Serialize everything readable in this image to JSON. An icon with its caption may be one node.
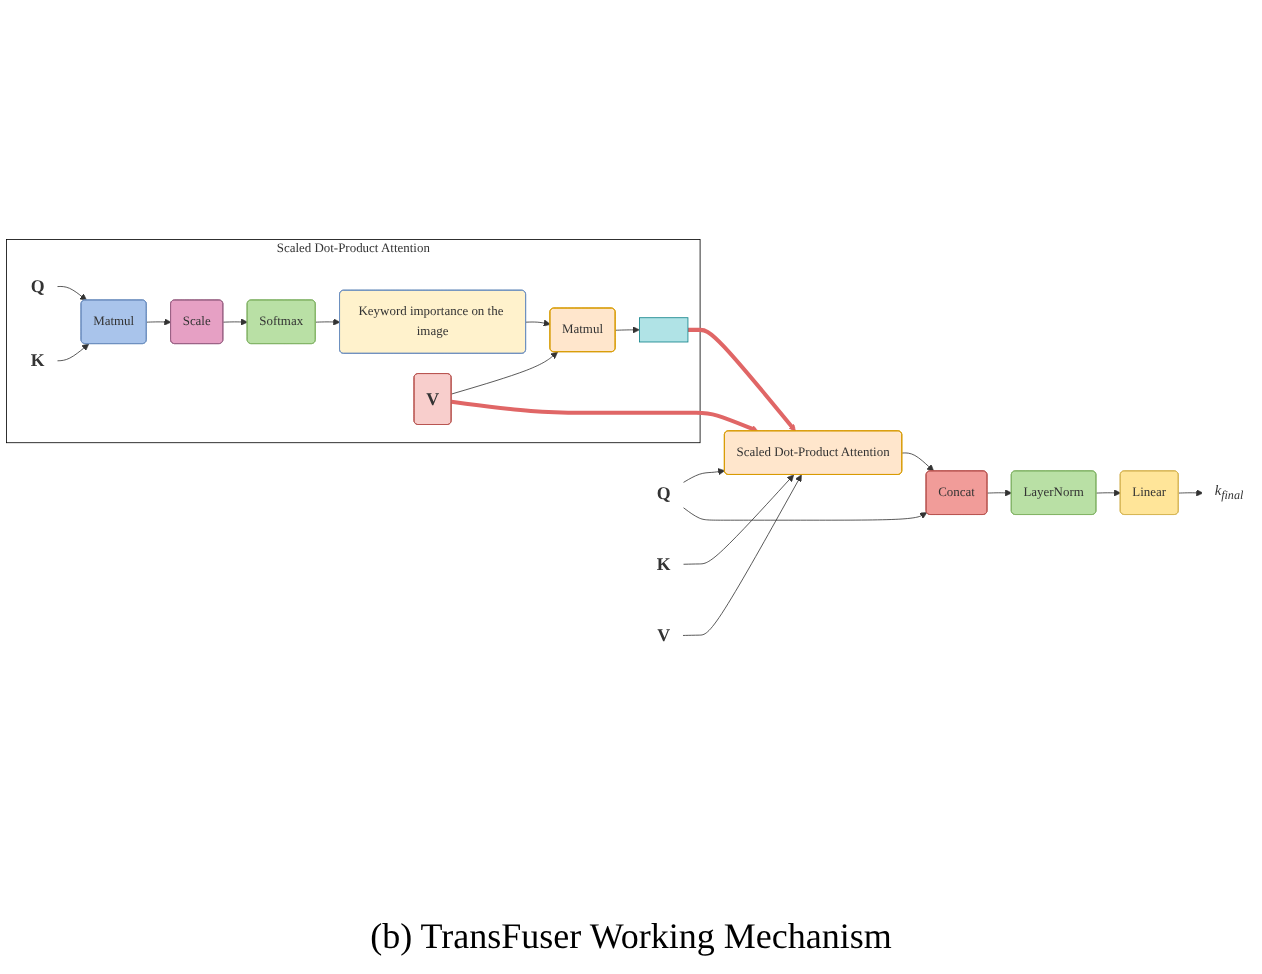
{
  "diagram": {
    "caption": "(b) TransFuser Working Mechanism",
    "nodes": [
      {
        "text": [
          "Scaled Dot-Product Attention"
        ]
      },
      {
        "text": [],
        "shape": "bar",
        "in": 0
      },
      {
        "text": [
          "Keyword importance on the image"
        ],
        "in": 0
      },
      {
        "text": [
          "Matmul"
        ],
        "in": 0
      },
      {
        "text": [
          "Softmax"
        ],
        "in": 0
      },
      {
        "text": [
          "Scale"
        ],
        "in": 0
      },
      {
        "text": [
          "Matmul"
        ],
        "in": 0
      },
      {
        "text": [
          "Q"
        ],
        "in": 0
      },
      {
        "text": [
          "K"
        ],
        "in": 0
      },
      {
        "text": [
          "V"
        ],
        "in": 0
      },
      {
        "text": [
          "k$_{final}$"
        ]
      },
      {
        "text": [
          "Linear"
        ]
      },
      {
        "text": [
          "LayerNorm"
        ]
      },
      {
        "text": [
          "Concat"
        ]
      },
      {
        "text": [
          "Scaled Dot-Product Attention"
        ]
      },
      {
        "text": [
          "Q"
        ]
      },
      {
        "text": [
          "K"
        ]
      },
      {
        "text": [
          "V"
        ]
      }
    ],
    "edges": [
      {
        "from": 7,
        "to": 6,
        "arrow": "to"
      },
      {
        "from": 8,
        "to": 6,
        "arrow": "to"
      },
      {
        "from": 6,
        "to": 5,
        "arrow": "to"
      },
      {
        "from": 5,
        "to": 4,
        "arrow": "to"
      },
      {
        "from": 4,
        "to": 2,
        "arrow": "to"
      },
      {
        "from": 2,
        "to": 3,
        "arrow": "to"
      },
      {
        "from": 9,
        "to": 3,
        "arrow": "to"
      },
      {
        "from": 3,
        "to": 1,
        "arrow": "to"
      },
      {
        "from": 1,
        "to": 14,
        "arrow": "to",
        "style": "thick",
        "color": "#e06666"
      },
      {
        "from": 9,
        "to": 14,
        "arrow": "to",
        "style": "thick",
        "color": "#e06666"
      },
      {
        "from": 15,
        "to": 14,
        "arrow": "to"
      },
      {
        "from": 16,
        "to": 14,
        "arrow": "to"
      },
      {
        "from": 17,
        "to": 14,
        "arrow": "to"
      },
      {
        "from": 15,
        "to": 13,
        "arrow": "to"
      },
      {
        "from": 14,
        "to": 13,
        "arrow": "to"
      },
      {
        "from": 13,
        "to": 12,
        "arrow": "to"
      },
      {
        "from": 12,
        "to": 11,
        "arrow": "to"
      },
      {
        "from": 11,
        "to": 10,
        "arrow": "to"
      }
    ]
  }
}
